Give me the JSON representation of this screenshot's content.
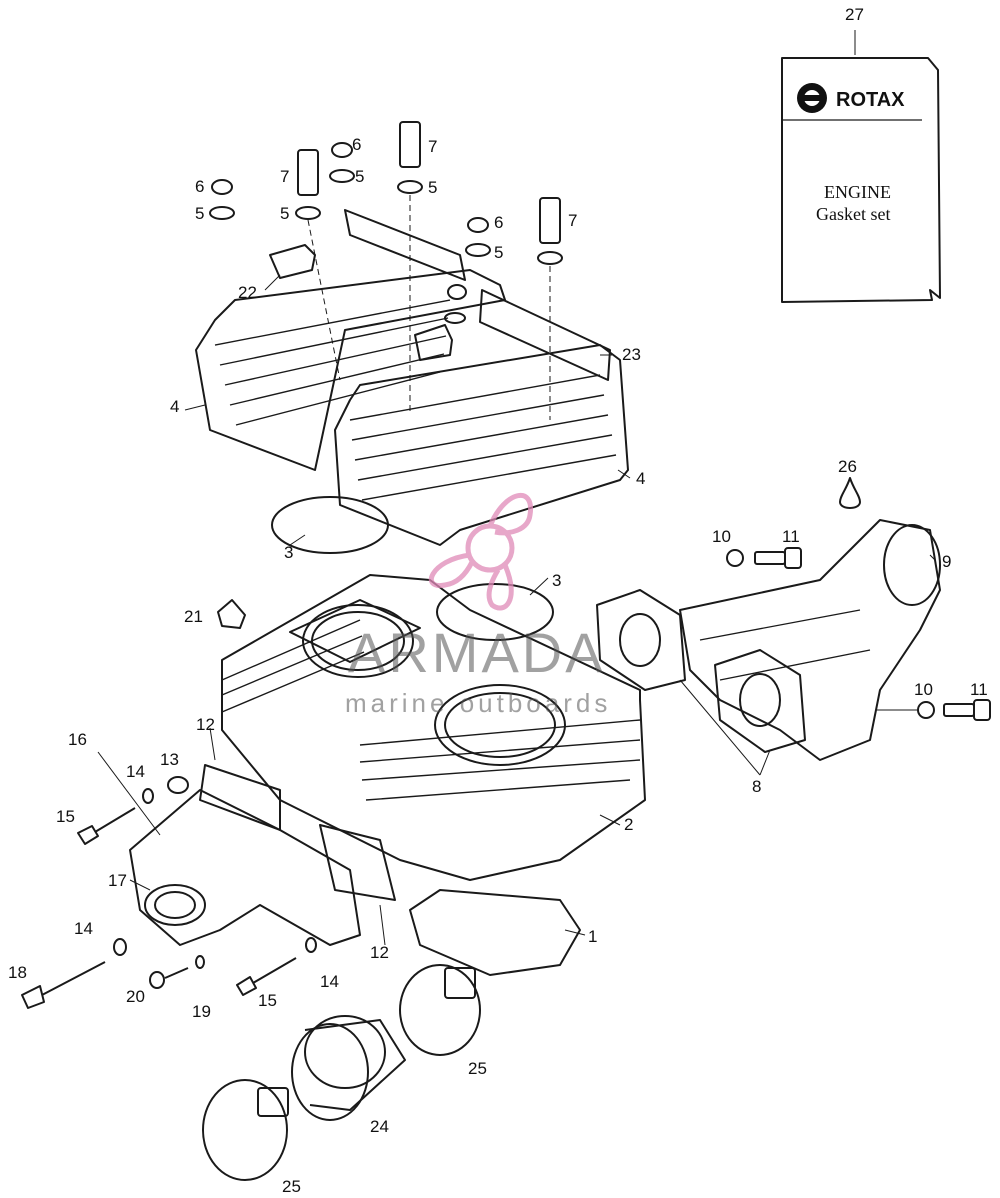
{
  "kit_box": {
    "brand": "ROTAX",
    "line1": "ENGINE",
    "line2": "Gasket set"
  },
  "watermark": {
    "brand": "ARMADA",
    "tagline": "marine outboards",
    "color": "#e8a0c8"
  },
  "labels": {
    "n1": "1",
    "n2": "2",
    "n3a": "3",
    "n3b": "3",
    "n4a": "4",
    "n4b": "4",
    "n5a": "5",
    "n5b": "5",
    "n5c": "5",
    "n5d": "5",
    "n5e": "5",
    "n6a": "6",
    "n6b": "6",
    "n6c": "6",
    "n7a": "7",
    "n7b": "7",
    "n7c": "7",
    "n8": "8",
    "n9": "9",
    "n10a": "10",
    "n10b": "10",
    "n11a": "11",
    "n11b": "11",
    "n12a": "12",
    "n12b": "12",
    "n13": "13",
    "n14a": "14",
    "n14b": "14",
    "n14c": "14",
    "n15a": "15",
    "n15b": "15",
    "n16": "16",
    "n17": "17",
    "n18": "18",
    "n19": "19",
    "n20": "20",
    "n21": "21",
    "n22": "22",
    "n23": "23",
    "n24": "24",
    "n25a": "25",
    "n25b": "25",
    "n26": "26",
    "n27": "27"
  }
}
